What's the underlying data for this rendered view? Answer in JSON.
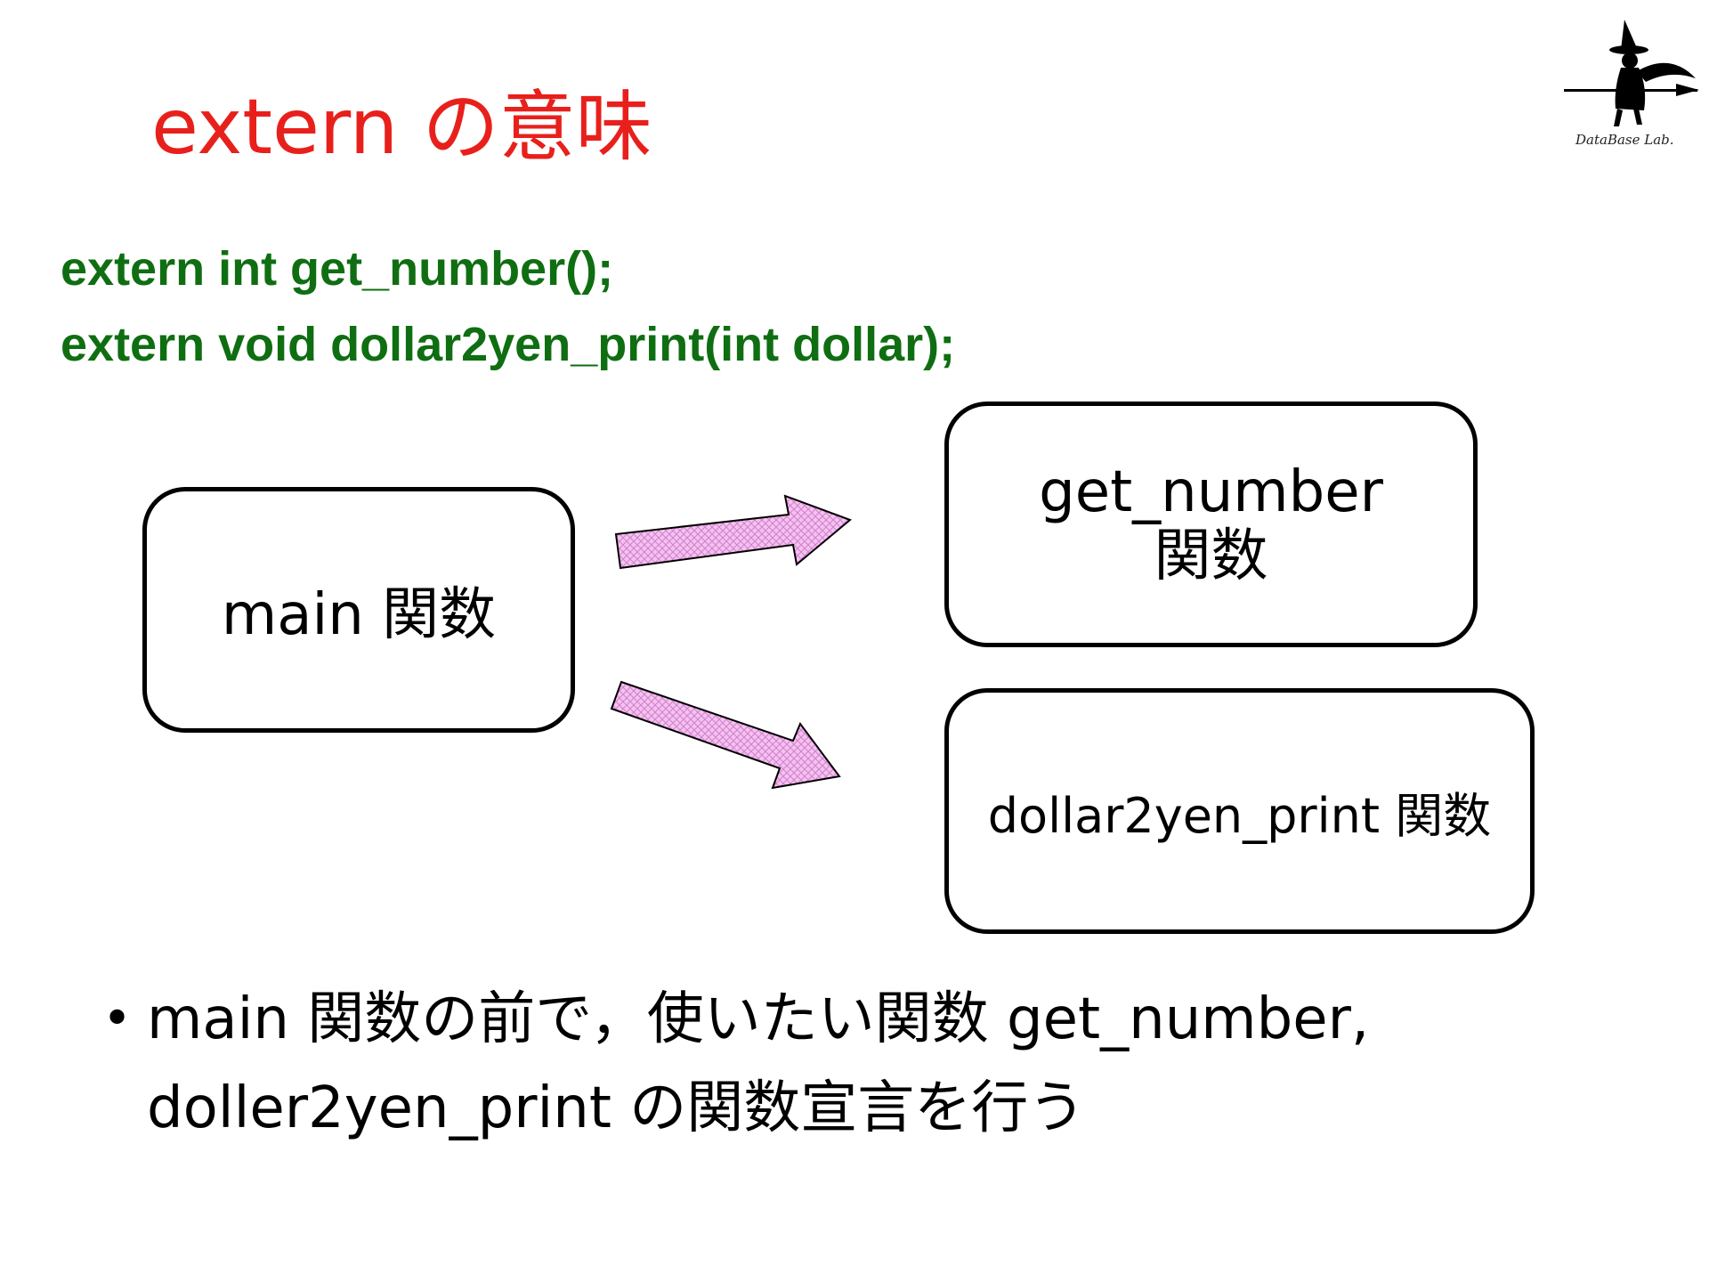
{
  "slide": {
    "title": "extern の意味",
    "code_lines": [
      "extern int get_number();",
      "extern void dollar2yen_print(int dollar);"
    ],
    "logo_text": "DataBase Lab."
  },
  "diagram": {
    "main_box": "main 関数",
    "get_number_box": "get_number 関数",
    "dollar_box": "dollar2yen_print 関数"
  },
  "bullet": {
    "marker": "•",
    "line1": "main 関数の前で，使いたい関数  get_number,",
    "line2": "doller2yen_print の関数宣言を行う"
  },
  "colors": {
    "title": "#e8201c",
    "code": "#0f6e12",
    "arrow_fill": "#f4c2ee",
    "arrow_hatch": "#d27fd0"
  }
}
